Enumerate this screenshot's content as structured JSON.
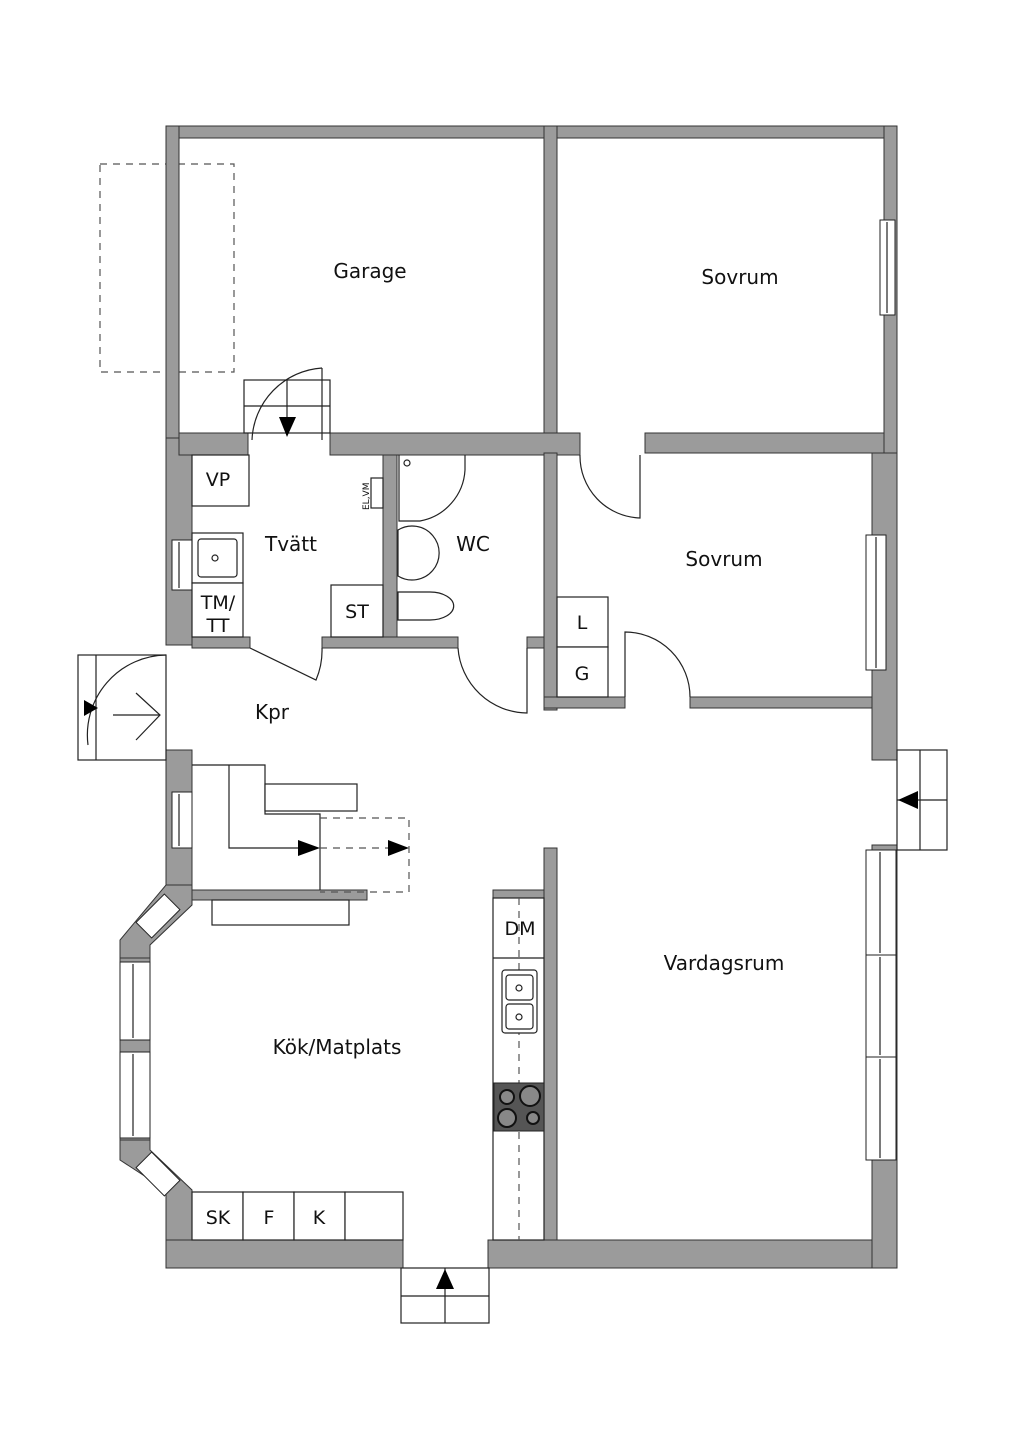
{
  "plan": {
    "rooms": {
      "garage": "Garage",
      "sovrum_1": "Sovrum",
      "sovrum_2": "Sovrum",
      "tvatt": "Tvätt",
      "wc": "WC",
      "kpr": "Kpr",
      "kok": "Kök/Matplats",
      "vardagsrum": "Vardagsrum"
    },
    "fixtures": {
      "vp": "VP",
      "tm": "TM/",
      "tt": "TT",
      "st": "ST",
      "el_vm": "EL,VM",
      "l": "L",
      "g": "G",
      "dm": "DM",
      "sk": "SK",
      "f": "F",
      "k": "K"
    },
    "colors": {
      "wall": "#9b9b9b",
      "line": "#222222",
      "hob": "#555555"
    }
  }
}
